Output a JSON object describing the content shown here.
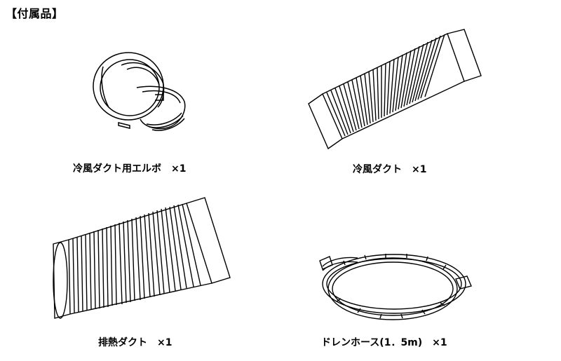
{
  "title": "【付属品】",
  "items": [
    {
      "name": "冷風ダクト用エルボ",
      "qty": "×1",
      "label": "冷風ダクト用エルボ　×1"
    },
    {
      "name": "冷風ダクト",
      "qty": "×1",
      "label": "冷風ダクト　×1"
    },
    {
      "name": "排熱ダクト",
      "qty": "×1",
      "label": "排熱ダクト　×1"
    },
    {
      "name": "ドレンホース(1．5m)",
      "qty": "×1",
      "label": "ドレンホース(1．5m)　×1"
    }
  ]
}
